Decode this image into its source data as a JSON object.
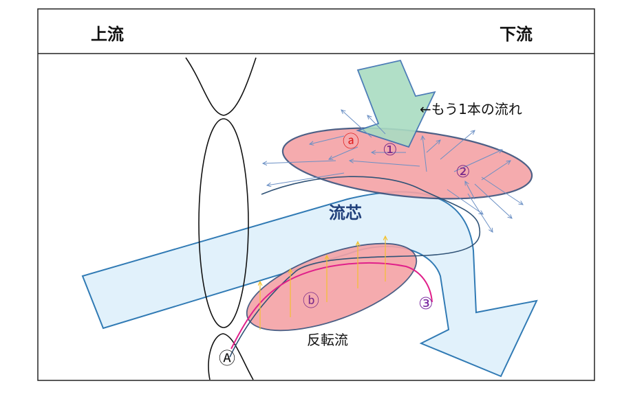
{
  "header": {
    "upstream": "上流",
    "downstream": "下流"
  },
  "labels": {
    "another_flow": "←もう1本の流れ",
    "core_flow": "流芯",
    "reverse_flow": "反転流",
    "marker_a": "ⓐ",
    "marker_b": "ⓑ",
    "marker_1": "①",
    "marker_2": "②",
    "marker_3": "③",
    "marker_A": "Ⓐ"
  },
  "colors": {
    "core_fill": "#dff0fb",
    "core_stroke": "#1f6fae",
    "core_text": "#1f3f7a",
    "eddy_fill": "#f4a3a6",
    "eddy_stroke": "#3a4f7a",
    "incoming_fill": "#a9dcc2",
    "incoming_stroke": "#3a6fb0",
    "marker_a": "#e02020",
    "marker_num": "#7a2a8a",
    "marker_3": "#7a2aa0",
    "path_line": "#e0208a",
    "up_arrow": "#f2c230",
    "vector_arrow": "#6a8fc4",
    "frame": "#222222"
  }
}
